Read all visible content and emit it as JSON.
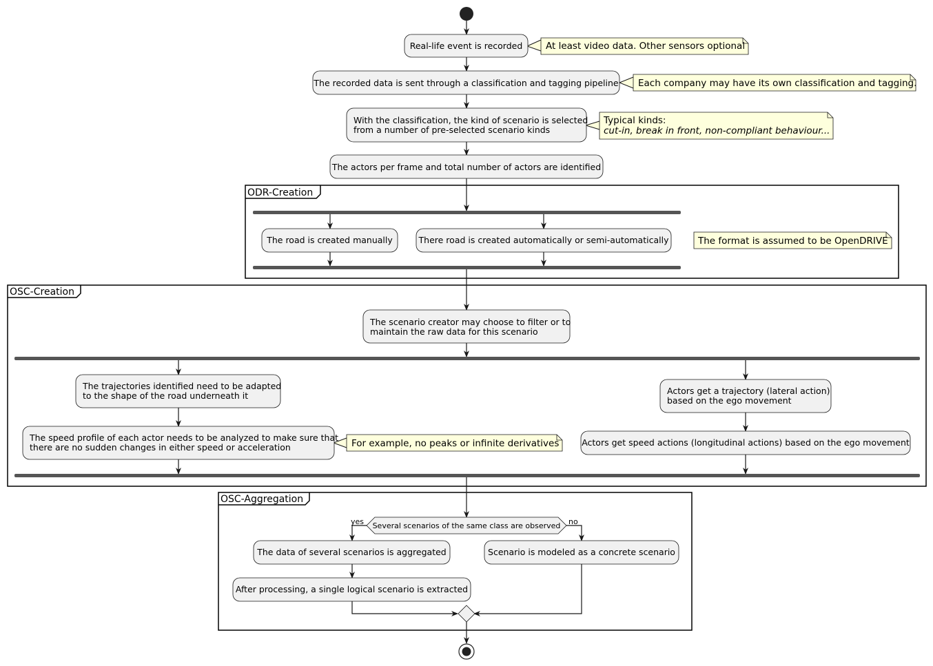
{
  "colors": {
    "activity_fill": "#f1f1f1",
    "activity_stroke": "#181818",
    "note_fill": "#feffdd",
    "note_stroke": "#181818",
    "bar_fill": "#555555",
    "line": "#181818",
    "node": "#222222"
  },
  "steps": {
    "recorded": "Real-life event is recorded",
    "pipeline": "The recorded data is sent through a classification and tagging pipeline",
    "classification_1": "With the classification, the kind of scenario is selected",
    "classification_2": "from a number of pre-selected scenario kinds",
    "actors": "The actors per frame and total number of actors are identified"
  },
  "notes": {
    "video": "At least video data. Other sensors optional",
    "company": "Each company may have its own classification and tagging.",
    "kinds_title": "Typical kinds:",
    "kinds_list": "cut-in, break in front, non-compliant behaviour...",
    "format": "The format is assumed to be OpenDRIVE",
    "peaks": "For example, no peaks or infinite derivatives"
  },
  "odr": {
    "title": "ODR-Creation",
    "manual": "The road is created manually",
    "auto": "There road is created automatically or semi-automatically"
  },
  "osc": {
    "title": "OSC-Creation",
    "filter_1": "The scenario creator may choose to filter or to",
    "filter_2": "maintain the raw data for this scenario",
    "traj_1": "The trajectories identified need to be adapted",
    "traj_2": "to the shape of the road underneath it",
    "speed_1": "The speed profile of each actor needs to be analyzed to make sure that",
    "speed_2": "there are no sudden changes in either speed or acceleration",
    "lateral_1": "Actors get a trajectory (lateral action)",
    "lateral_2": "based on the ego movement",
    "longitudinal": "Actors get speed actions (longitudinal actions) based on the ego movement"
  },
  "agg": {
    "title": "OSC-Aggregation",
    "decision": "Several scenarios of the same class are observed",
    "yes": "yes",
    "no": "no",
    "aggregated": "The data of several scenarios is aggregated",
    "extracted": "After processing, a single logical scenario is extracted",
    "concrete": "Scenario is modeled as a concrete scenario"
  }
}
